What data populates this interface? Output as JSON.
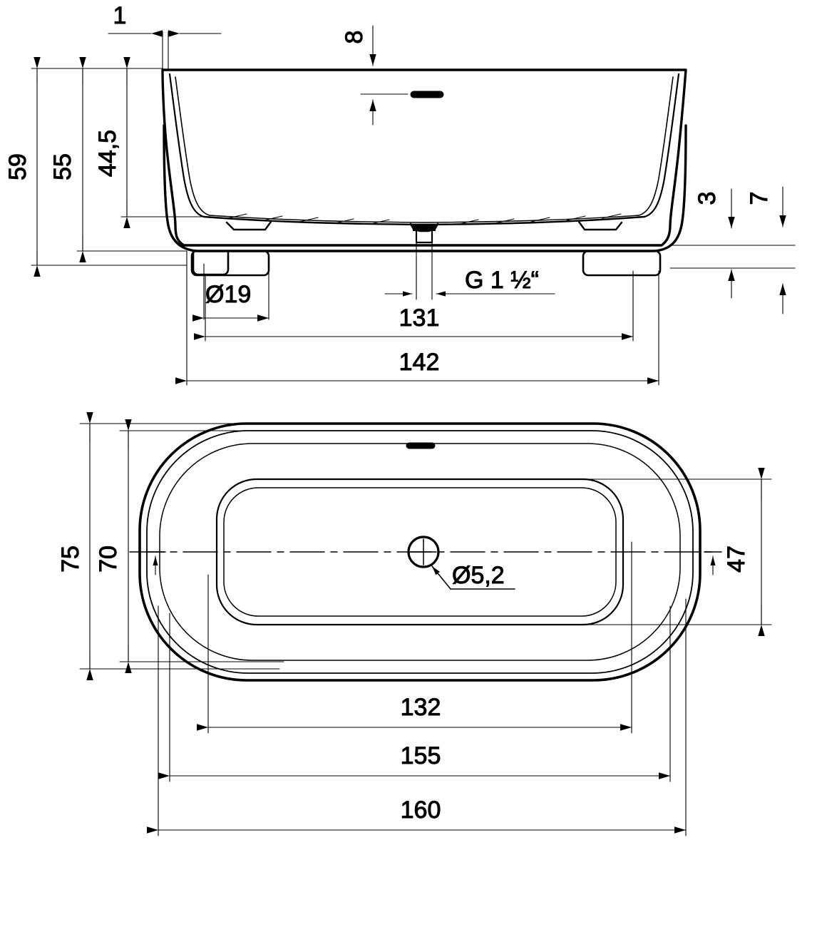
{
  "sheet": {
    "title": "Bathtub technical drawing",
    "units_note": "",
    "background_color": "#ffffff",
    "line_color": "#000000"
  },
  "views": [
    {
      "id": "elevation",
      "name": "front-elevation-view",
      "description": "Front cross-section elevation of freestanding bathtub with feet, overflow slot and drain outlet"
    },
    {
      "id": "plan",
      "name": "plan-view",
      "description": "Top plan view of bathtub showing outer rim, inner rim and bowl floor with drain hole"
    }
  ],
  "elevation_dimensions": [
    {
      "id": "d-1",
      "label": "1",
      "orientation": "horizontal",
      "note": "rim wall thickness"
    },
    {
      "id": "d-8",
      "label": "8",
      "orientation": "vertical",
      "note": "rim top to overflow slot"
    },
    {
      "id": "d-59",
      "label": "59",
      "orientation": "vertical",
      "note": "overall height"
    },
    {
      "id": "d-55",
      "label": "55",
      "orientation": "vertical",
      "note": "height to underside"
    },
    {
      "id": "d-44-5",
      "label": "44,5",
      "orientation": "vertical",
      "note": "inner depth"
    },
    {
      "id": "d-3",
      "label": "3",
      "orientation": "vertical",
      "note": "base plate thickness"
    },
    {
      "id": "d-7",
      "label": "7",
      "orientation": "vertical",
      "note": "foot height"
    },
    {
      "id": "d-dia19",
      "label": "Ø19",
      "orientation": "horizontal",
      "note": "foot diameter"
    },
    {
      "id": "d-g112",
      "label": "G 1 ½“",
      "orientation": "leader",
      "note": "drain thread size"
    },
    {
      "id": "d-131",
      "label": "131",
      "orientation": "horizontal",
      "note": "foot centre to foot centre"
    },
    {
      "id": "d-142",
      "label": "142",
      "orientation": "horizontal",
      "note": "overall base length"
    }
  ],
  "plan_dimensions": [
    {
      "id": "p-75",
      "label": "75",
      "orientation": "vertical",
      "note": "overall width"
    },
    {
      "id": "p-70",
      "label": "70",
      "orientation": "vertical",
      "note": "rim inner width"
    },
    {
      "id": "p-47",
      "label": "47",
      "orientation": "vertical",
      "note": "bowl floor width"
    },
    {
      "id": "p-dia52",
      "label": "Ø5,2",
      "orientation": "leader",
      "note": "drain hole diameter"
    },
    {
      "id": "p-132",
      "label": "132",
      "orientation": "horizontal",
      "note": "bowl floor length"
    },
    {
      "id": "p-155",
      "label": "155",
      "orientation": "horizontal",
      "note": "rim inner length"
    },
    {
      "id": "p-160",
      "label": "160",
      "orientation": "horizontal",
      "note": "overall length"
    }
  ],
  "features": {
    "overflow_slot": "overflow-slot",
    "drain_outlet": "drain-outlet",
    "drain_hole": "drain-hole",
    "foot_left": "foot-left",
    "foot_right": "foot-right",
    "centerline": "horizontal-centerline"
  }
}
